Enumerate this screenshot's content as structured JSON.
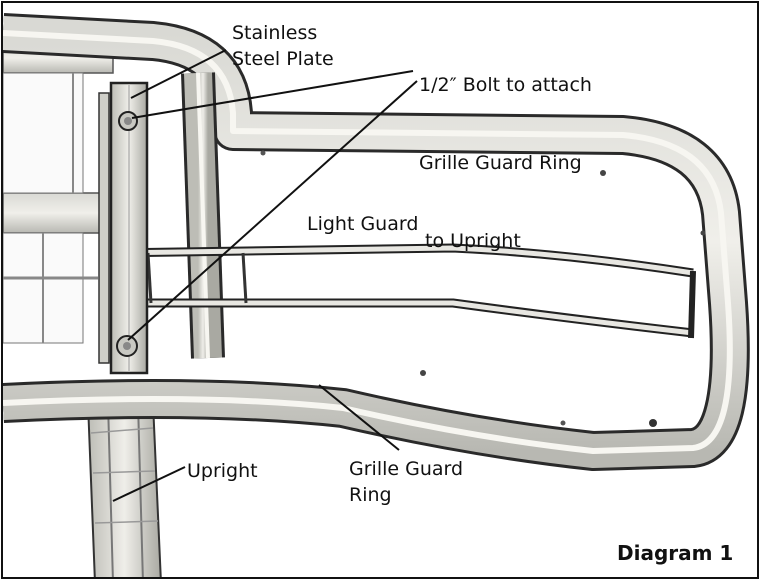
{
  "labels": {
    "stainless_plate": [
      "Stainless",
      "Steel Plate"
    ],
    "bolt": [
      "1/2″ Bolt to attach",
      "Grille Guard Ring",
      " to Upright"
    ],
    "light_guard": "Light Guard",
    "upright": "Upright",
    "grille_guard_ring": [
      "Grille Guard",
      "Ring"
    ]
  },
  "diagram_label": "Diagram 1"
}
